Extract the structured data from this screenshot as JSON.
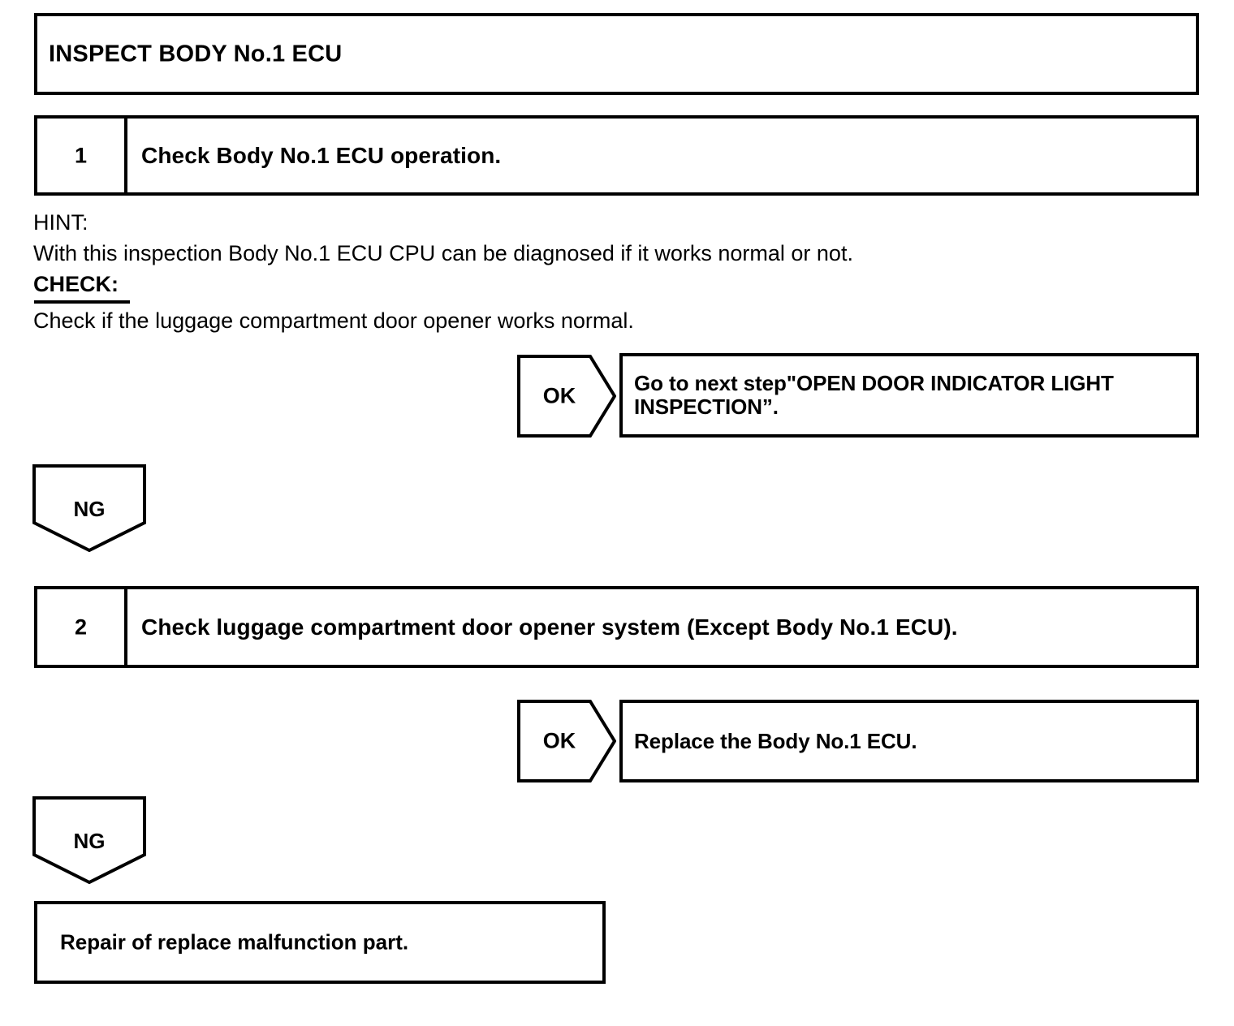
{
  "title": {
    "heading": "INSPECT BODY No.1 ECU"
  },
  "steps": [
    {
      "number": "1",
      "instruction": "Check Body No.1 ECU operation."
    },
    {
      "number": "2",
      "instruction": "Check luggage compartment door opener system (Except Body No.1 ECU)."
    }
  ],
  "notes": {
    "hint_label": "HINT:",
    "hint_text": "With this inspection Body No.1 ECU CPU can be diagnosed if it works normal or not.",
    "check_label": "CHECK:",
    "check_text": "Check if the luggage compartment door opener works normal."
  },
  "branches": [
    {
      "label": "OK",
      "result": "Go to next step\"OPEN DOOR INDICATOR LIGHT INSPECTION”."
    },
    {
      "label": "NG",
      "result": ""
    },
    {
      "label": "OK",
      "result": "Replace the Body No.1 ECU."
    },
    {
      "label": "NG",
      "result": ""
    }
  ],
  "final": {
    "text": "Repair of replace malfunction part."
  },
  "colors": {
    "ink": "#000000",
    "paper": "#ffffff"
  }
}
